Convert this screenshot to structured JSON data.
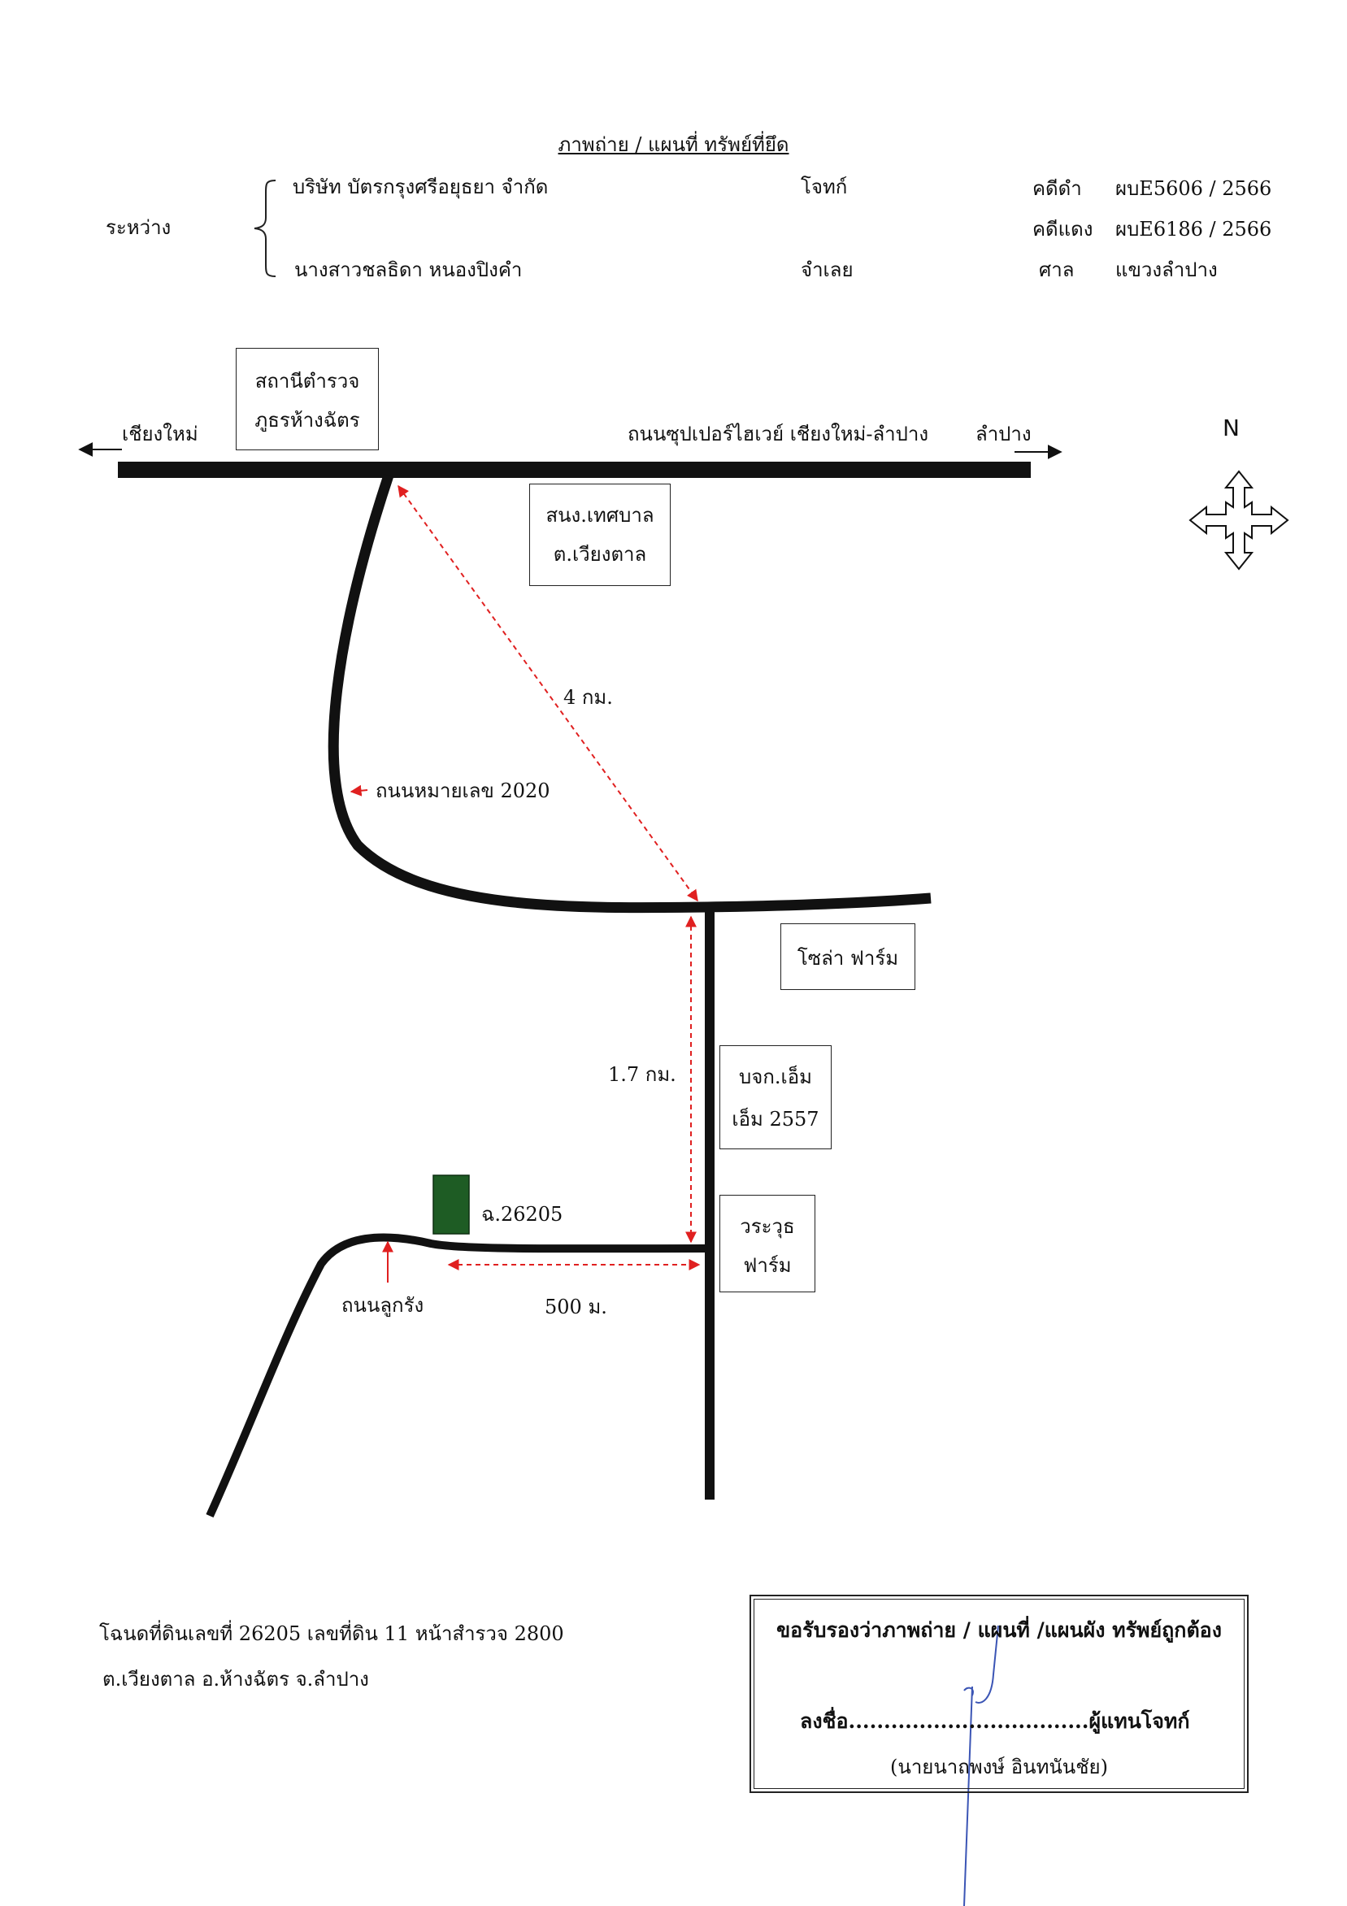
{
  "header": {
    "title": "ภาพถ่าย / แผนที่ ทรัพย์ที่ยึด",
    "between_label": "ระหว่าง",
    "plaintiff_name": "บริษัท บัตรกรุงศรีอยุธยา จำกัด",
    "plaintiff_role": "โจทก์",
    "defendant_name": "นางสาวชลธิดา หนองปิงคำ",
    "defendant_role": "จำเลย",
    "black_case_label": "คดีดำ",
    "black_case_no": "ผบE5606 / 2566",
    "red_case_label": "คดีแดง",
    "red_case_no": "ผบE6186 / 2566",
    "court_label": "ศาล",
    "court_name": "แขวงลำปาง"
  },
  "map": {
    "north_label": "N",
    "west_direction": "เชียงใหม่",
    "east_direction": "ลำปาง",
    "main_road": "ถนนซุปเปอร์ไฮเวย์ เชียงใหม่-ลำปาง",
    "road_2020": "ถนนหมายเลข 2020",
    "road_lukrang": "ถนนลูกรัง",
    "dist_4km": "4 กม.",
    "dist_17km": "1.7 กม.",
    "dist_500m": "500 ม.",
    "parcel_label": "ฉ.26205",
    "parcel_color": "#1e5c24",
    "arrow_color": "#e02020",
    "landmarks": {
      "police_line1": "สถานีตำรวจ",
      "police_line2": "ภูธรห้างฉัตร",
      "municipal_line1": "สนง.เทศบาล",
      "municipal_line2": "ต.เวียงตาล",
      "solar_farm": "โซล่า ฟาร์ม",
      "mm_line1": "บจก.เอ็ม",
      "mm_line2": "เอ็ม 2557",
      "warawut_line1": "วระวุธ",
      "warawut_line2": "ฟาร์ม"
    }
  },
  "footer": {
    "deed_line1": "โฉนดที่ดินเลขที่ 26205 เลขที่ดิน 11  หน้าสำรวจ 2800",
    "deed_line2": "ต.เวียงตาล อ.ห้างฉัตร จ.ลำปาง",
    "cert_text": "ขอรับรองว่าภาพถ่าย / แผนที่ /แผนผัง ทรัพย์ถูกต้อง",
    "sign_label": "ลงชื่อ",
    "sign_dots": "..................................",
    "sign_role": "ผู้แทนโจทก์",
    "signer_name": "(นายนาถพงษ์ อินทนันชัย)"
  }
}
